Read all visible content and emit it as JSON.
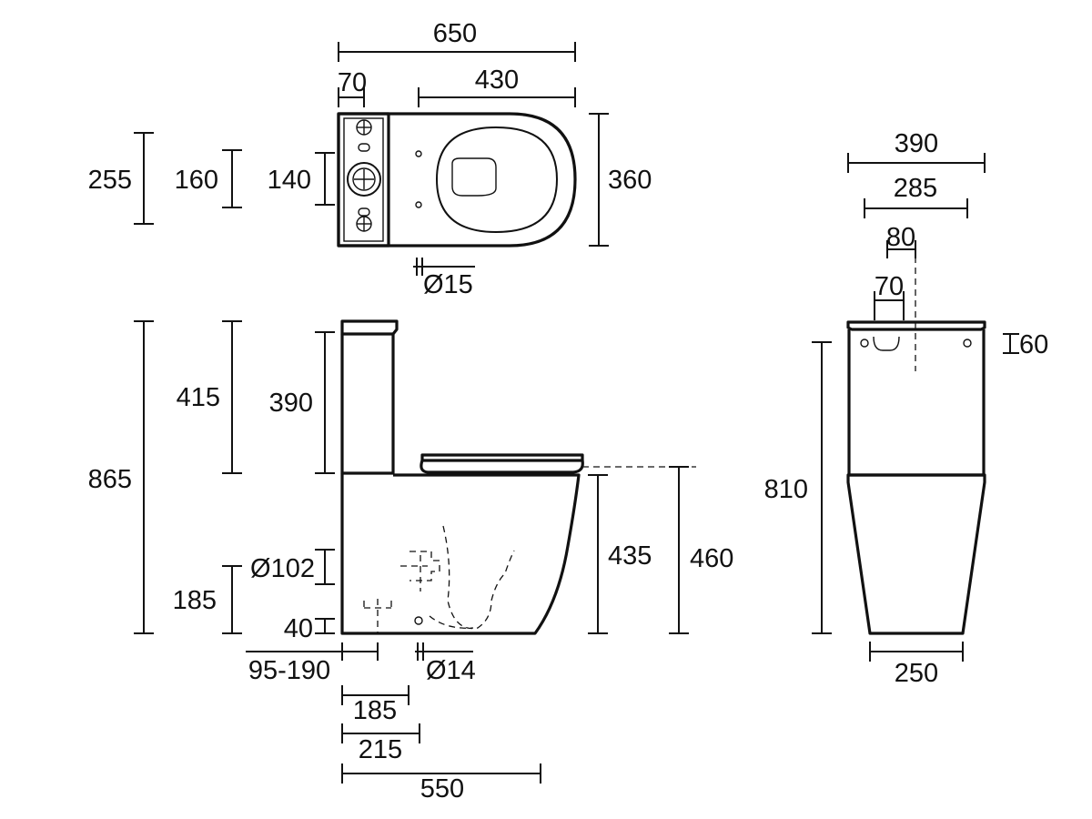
{
  "drawing": {
    "ink_color": "#111111",
    "background": "#ffffff",
    "dimensions": {
      "top_total_length": "650",
      "top_tank_depth": "70",
      "top_bowl_length": "430",
      "top_outer_height": "255",
      "top_cistern_height": "160",
      "top_button_height": "140",
      "top_width": "360",
      "top_inlet_dia": "Ø15",
      "side_total_height": "865",
      "side_cistern_height": "415",
      "side_tank_height": "390",
      "side_waste_dia": "Ø102",
      "side_waste_height": "185",
      "side_inlet_height": "40",
      "side_set_out": "95-190",
      "side_fix_dia": "Ø14",
      "side_set_185": "185",
      "side_set_215": "215",
      "side_length": "550",
      "side_seat_height": "435",
      "side_lid_height": "460",
      "front_tank_width": "390",
      "front_hole_spacing": "285",
      "front_button_80": "80",
      "front_button_70": "70",
      "front_hole_height": "60",
      "front_height": "810",
      "front_base_width": "250"
    }
  }
}
